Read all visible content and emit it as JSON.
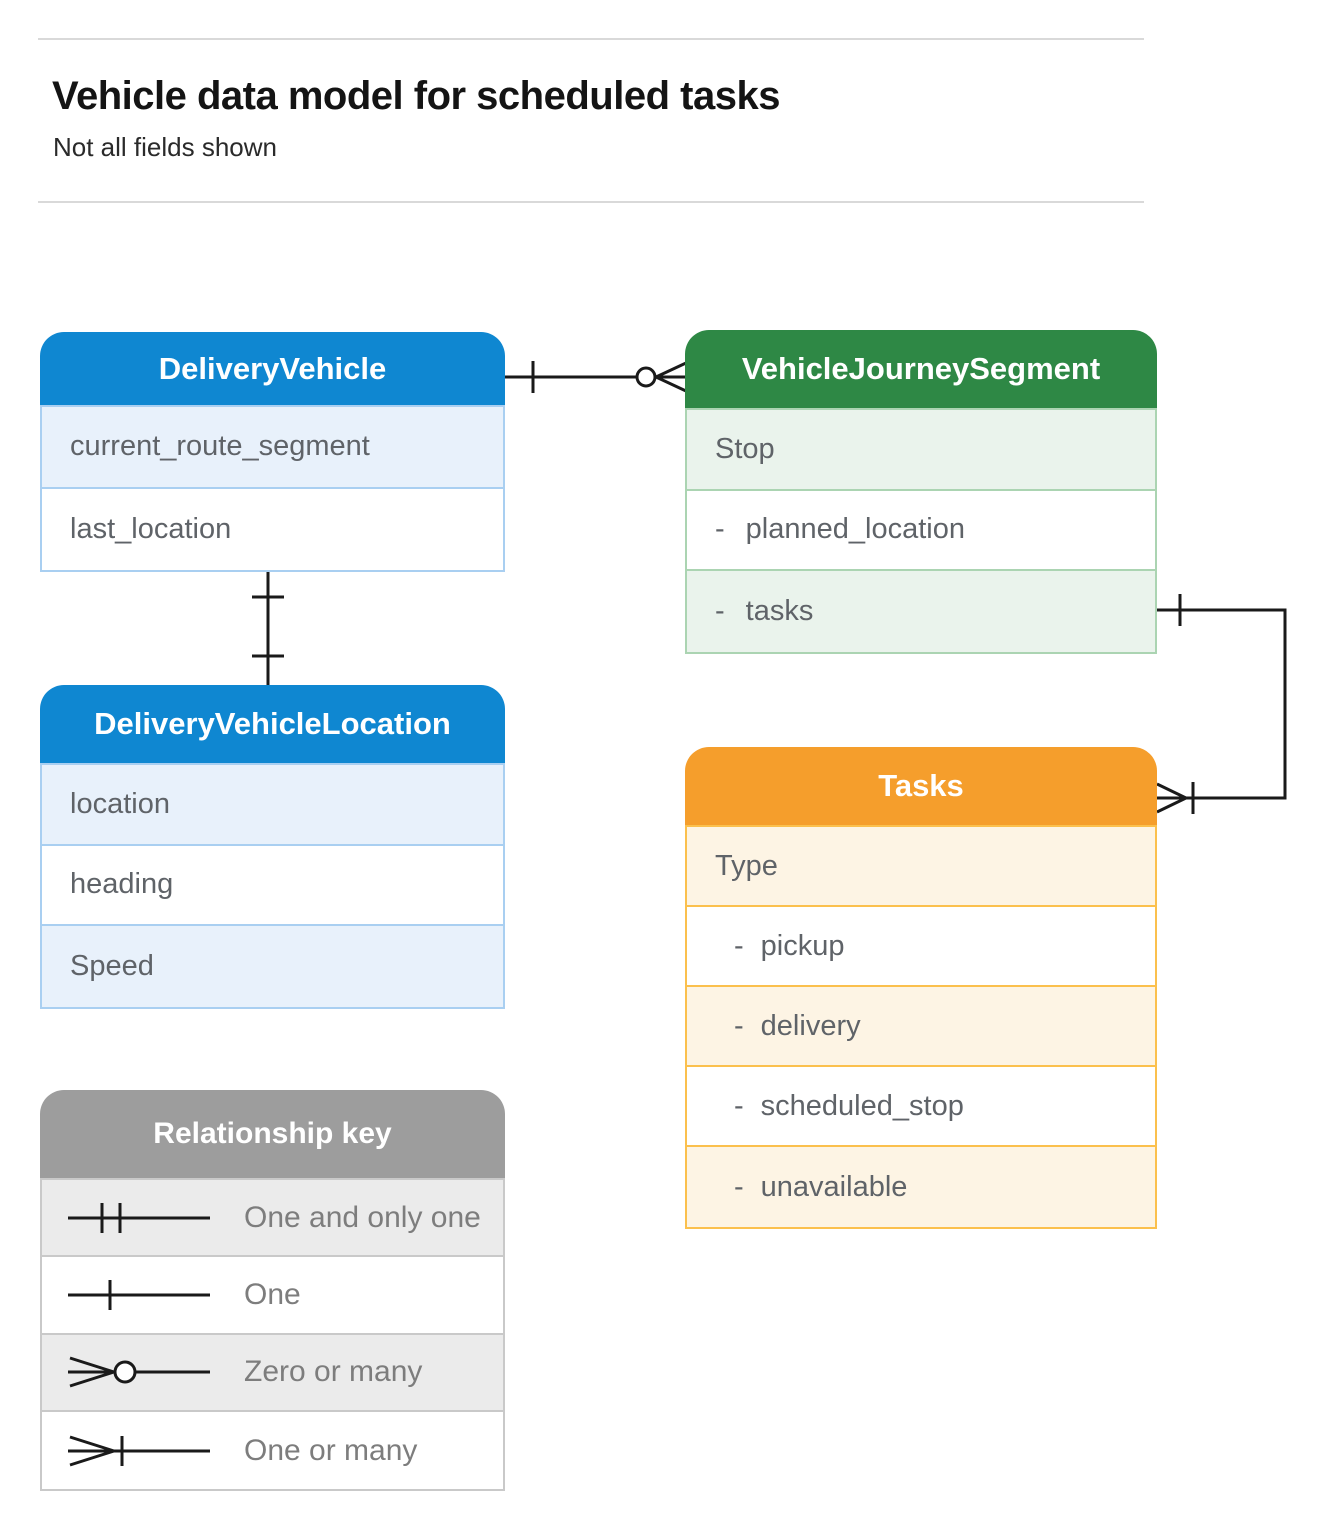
{
  "colors": {
    "blue": "#0f87d1",
    "blue_light": "#e8f1fb",
    "blue_border": "#a9cff1",
    "green": "#2e8845",
    "green_light": "#eaf3ec",
    "green_border": "#abd4b2",
    "orange": "#f59e2c",
    "orange_light": "#fdf4e4",
    "orange_border": "#fbc04d",
    "gray": "#9d9d9d",
    "gray_light": "#ebebeb",
    "gray_border": "#c9c9c9",
    "row_text": "#5f6368",
    "connector": "#1a1a1a"
  },
  "header": {
    "title": "Vehicle data model for scheduled tasks",
    "subtitle": "Not all fields shown"
  },
  "entities": {
    "delivery_vehicle": {
      "title": "DeliveryVehicle",
      "rows": [
        {
          "label": "current_route_segment"
        },
        {
          "label": "last_location"
        }
      ]
    },
    "vehicle_journey_segment": {
      "title": "VehicleJourneySegment",
      "rows": [
        {
          "label": "Stop"
        },
        {
          "dash": "-",
          "label": "planned_location"
        },
        {
          "dash": "-",
          "label": "tasks"
        }
      ]
    },
    "delivery_vehicle_location": {
      "title": "DeliveryVehicleLocation",
      "rows": [
        {
          "label": "location"
        },
        {
          "label": "heading"
        },
        {
          "label": "Speed"
        }
      ]
    },
    "tasks": {
      "title": "Tasks",
      "rows": [
        {
          "label": "Type"
        },
        {
          "dash": "-",
          "label": "pickup"
        },
        {
          "dash": "-",
          "label": "delivery"
        },
        {
          "dash": "-",
          "label": "scheduled_stop"
        },
        {
          "dash": "-",
          "label": "unavailable"
        }
      ]
    }
  },
  "legend": {
    "title": "Relationship key",
    "items": [
      {
        "symbol": "one-and-only-one",
        "label": "One and only one"
      },
      {
        "symbol": "one",
        "label": "One"
      },
      {
        "symbol": "zero-or-many",
        "label": "Zero or many"
      },
      {
        "symbol": "one-or-many",
        "label": "One or many"
      }
    ]
  },
  "relationships": [
    {
      "from": "DeliveryVehicle",
      "to": "VehicleJourneySegment",
      "from_end": "one",
      "to_end": "zero-or-many"
    },
    {
      "from": "DeliveryVehicle",
      "to": "DeliveryVehicleLocation",
      "from_end": "one",
      "to_end": "one"
    },
    {
      "from": "VehicleJourneySegment",
      "to": "Tasks",
      "from_end": "one",
      "to_end": "one-or-many"
    }
  ]
}
